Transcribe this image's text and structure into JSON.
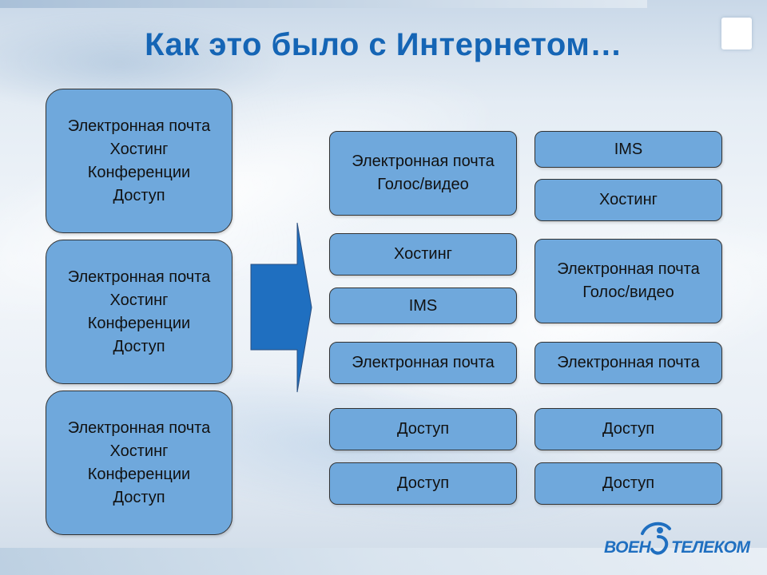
{
  "slide": {
    "title": "Как это было с  Интернетом…"
  },
  "left_column": [
    {
      "text": "Электронная почта\nХостинг\nКонференции\nДоступ"
    },
    {
      "text": "Электронная почта\nХостинг\nКонференции\nДоступ"
    },
    {
      "text": "Электронная почта\nХостинг\nКонференции\nДоступ"
    }
  ],
  "middle_column": [
    {
      "text": "Электронная почта\nГолос/видео"
    },
    {
      "text": "Хостинг"
    },
    {
      "text": "IMS"
    },
    {
      "text": "Электронная почта"
    },
    {
      "text": "Доступ"
    },
    {
      "text": "Доступ"
    }
  ],
  "right_column": [
    {
      "text": "IMS"
    },
    {
      "text": "Хостинг"
    },
    {
      "text": "Электронная почта\nГолос/видео"
    },
    {
      "text": "Электронная почта"
    },
    {
      "text": "Доступ"
    },
    {
      "text": "Доступ"
    }
  ],
  "logo": {
    "left": "ВОЕН",
    "right": "ТЕЛЕКОМ"
  },
  "colors": {
    "box_fill": "#6fa8dc",
    "arrow_fill": "#1f6fc0",
    "title": "#1565b5"
  }
}
